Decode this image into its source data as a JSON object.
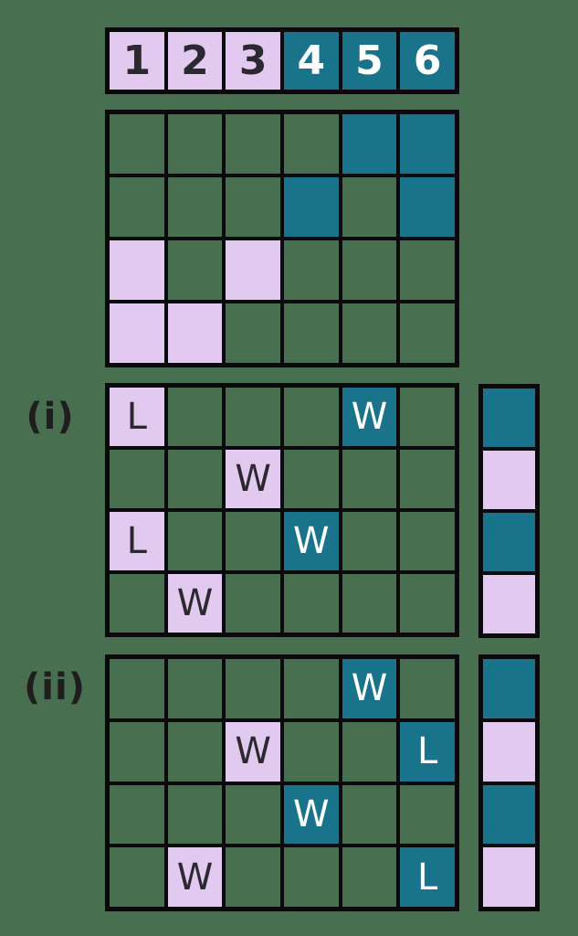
{
  "colors": {
    "background": "#486f50",
    "grid_line": "#0a090b",
    "pink": "#e2c9ef",
    "teal": "#18738b",
    "dark_text": "#2b2830",
    "light_text": "#ffffff"
  },
  "dice_row": {
    "cells": [
      {
        "color": "pink",
        "letter": "1"
      },
      {
        "color": "pink",
        "letter": "2"
      },
      {
        "color": "pink",
        "letter": "3"
      },
      {
        "color": "teal",
        "letter": "4"
      },
      {
        "color": "teal",
        "letter": "5"
      },
      {
        "color": "teal",
        "letter": "6"
      }
    ]
  },
  "outcome_grid": {
    "rows": [
      [
        "empty",
        "empty",
        "empty",
        "empty",
        "teal",
        "teal"
      ],
      [
        "empty",
        "empty",
        "empty",
        "teal",
        "empty",
        "teal"
      ],
      [
        "pink",
        "empty",
        "pink",
        "empty",
        "empty",
        "empty"
      ],
      [
        "pink",
        "pink",
        "empty",
        "empty",
        "empty",
        "empty"
      ]
    ]
  },
  "section_i": {
    "label": "(i)",
    "grid": [
      [
        {
          "color": "pink",
          "letter": "L"
        },
        {
          "color": "empty",
          "letter": ""
        },
        {
          "color": "empty",
          "letter": ""
        },
        {
          "color": "empty",
          "letter": ""
        },
        {
          "color": "teal",
          "letter": "W"
        },
        {
          "color": "empty",
          "letter": ""
        }
      ],
      [
        {
          "color": "empty",
          "letter": ""
        },
        {
          "color": "empty",
          "letter": ""
        },
        {
          "color": "pink",
          "letter": "W"
        },
        {
          "color": "empty",
          "letter": ""
        },
        {
          "color": "empty",
          "letter": ""
        },
        {
          "color": "empty",
          "letter": ""
        }
      ],
      [
        {
          "color": "pink",
          "letter": "L"
        },
        {
          "color": "empty",
          "letter": ""
        },
        {
          "color": "empty",
          "letter": ""
        },
        {
          "color": "teal",
          "letter": "W"
        },
        {
          "color": "empty",
          "letter": ""
        },
        {
          "color": "empty",
          "letter": ""
        }
      ],
      [
        {
          "color": "empty",
          "letter": ""
        },
        {
          "color": "pink",
          "letter": "W"
        },
        {
          "color": "empty",
          "letter": ""
        },
        {
          "color": "empty",
          "letter": ""
        },
        {
          "color": "empty",
          "letter": ""
        },
        {
          "color": "empty",
          "letter": ""
        }
      ]
    ],
    "side_column": [
      "teal",
      "pink",
      "teal",
      "pink"
    ]
  },
  "section_ii": {
    "label": "(ii)",
    "grid": [
      [
        {
          "color": "empty",
          "letter": ""
        },
        {
          "color": "empty",
          "letter": ""
        },
        {
          "color": "empty",
          "letter": ""
        },
        {
          "color": "empty",
          "letter": ""
        },
        {
          "color": "teal",
          "letter": "W"
        },
        {
          "color": "empty",
          "letter": ""
        }
      ],
      [
        {
          "color": "empty",
          "letter": ""
        },
        {
          "color": "empty",
          "letter": ""
        },
        {
          "color": "pink",
          "letter": "W"
        },
        {
          "color": "empty",
          "letter": ""
        },
        {
          "color": "empty",
          "letter": ""
        },
        {
          "color": "teal",
          "letter": "L"
        }
      ],
      [
        {
          "color": "empty",
          "letter": ""
        },
        {
          "color": "empty",
          "letter": ""
        },
        {
          "color": "empty",
          "letter": ""
        },
        {
          "color": "teal",
          "letter": "W"
        },
        {
          "color": "empty",
          "letter": ""
        },
        {
          "color": "empty",
          "letter": ""
        }
      ],
      [
        {
          "color": "empty",
          "letter": ""
        },
        {
          "color": "pink",
          "letter": "W"
        },
        {
          "color": "empty",
          "letter": ""
        },
        {
          "color": "empty",
          "letter": ""
        },
        {
          "color": "empty",
          "letter": ""
        },
        {
          "color": "teal",
          "letter": "L"
        }
      ]
    ],
    "side_column": [
      "teal",
      "pink",
      "teal",
      "pink"
    ]
  }
}
